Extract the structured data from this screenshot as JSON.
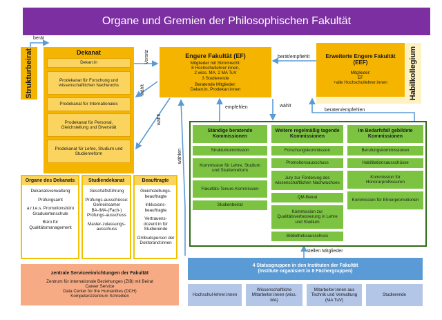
{
  "title": "Organe und Gremien der Philosophischen Fakultät",
  "strukturbeirat": "Strukturbeirat",
  "habilkollegium": "Habilkollegium",
  "dekanat": {
    "title": "Dekanat",
    "items": [
      "Dekan:in",
      "Prodekanat für Forschung und wissenschaftlichen Nachwuchs",
      "Prodekanat für Internationales",
      "Prodekanat für Personal, Gleichstellung und Diversität",
      "Prodekanat für Lehre, Studium und Studienreform"
    ]
  },
  "engere_fakultaet": {
    "title": "Engere Fakultät (EF)",
    "members_label": "Mitglieder mit Stimmrecht:",
    "members": [
      "8 Hochschullehrer:innen,",
      "2 wiss. MA, 2 MA TuV",
      "3 Studierende"
    ],
    "advisory_label": "Beratende Mitglieder:",
    "advisory": "Dekan:in, Prodekan:innen"
  },
  "erweiterte_fakultaet": {
    "title": "Erweiterte Engere Fakultät (EEF)",
    "members_label": "Mitglieder:",
    "members": [
      "EF",
      "+alle Hochschullehrer:innen"
    ]
  },
  "kommissionen": {
    "columns": [
      {
        "header": "Ständige beratende Kommissionen",
        "items": [
          "Strukturkommission",
          "Kommission für Lehre, Studium und Studienreform",
          "Fakultäts-Tenure-Kommission",
          "Studienbeirat"
        ]
      },
      {
        "header": "Weitere regelmäßig tagende Kommissionen",
        "items": [
          "Forschungskommission",
          "Promotionsausschuss",
          "Jury zur Förderung des wissenschaftlichen Nachwuchses",
          "QM-Beirat",
          "Kommission zur Qualitätsverbesserung in Lehre und Studium",
          "Bibliotheksausschuss"
        ]
      },
      {
        "header": "Im Bedarfsfall gebildete Kommissionen",
        "items": [
          "Berufungskommissionen",
          "Habilitationsausschüsse",
          "Kommission für Honorarprofessuren",
          "Kommission für Ehrenpromotionen"
        ]
      }
    ]
  },
  "organe_dekanat": {
    "title": "Organe des Dekanats",
    "items": [
      "Dekanatsverwaltung",
      "Prüfungsamt",
      "a.r.t.e.s. Promotionsbüro Graduiertenschule",
      "Büro für Qualitätsmanagement"
    ]
  },
  "studiendekanat": {
    "title": "Studiendekanat",
    "items": [
      "Geschäftsführung",
      "Prüfungs-ausschüsse: Gemeinsamer BA-/MA-(Fach-) Prüfungs-ausschuss",
      "Master-zulassungs-ausschuss"
    ]
  },
  "beauftragte": {
    "title": "Beauftragte",
    "items": [
      "Gleichstellungs-beauftragte",
      "Inklusions-beauftragte",
      "Vertrauens-dozent:in für Studierende",
      "Ombudsperson der Doktorand:innen"
    ]
  },
  "zentral": {
    "title": "zentrale Serviceeinrichtungen der Fakultät",
    "items": [
      "Zentrum für internationale Beziehungen (ZIB) mit Beirat",
      "Career Service",
      "Data Center for the Humanities (DCH)",
      "Kompetenzzentrum Schreiben"
    ]
  },
  "statusgruppen": {
    "title_line1": "4 Statusgruppen in den Instituten der Fakultät",
    "title_line2": "(Institute organisiert in 8 Fächergruppen)",
    "groups": [
      "Hochschul-lehrer:innen",
      "Wissenschaftliche Mitarbeiter:innen (wiss. MA)",
      "Mitarbeiter:innen aus Technik und Verwaltung (MA TuV)",
      "Studierende"
    ]
  },
  "edge_labels": {
    "beraet_top": "berät",
    "vorsitz": "Vorsitz",
    "waehlt_1": "wählt",
    "waehlt_2": "wählt",
    "waehlen": "wählen",
    "beraet_empfiehlt": "berät/empfiehlt",
    "empfehlen": "empfehlen",
    "waehlt_3": "wählt",
    "beraten_empfehlen": "beraten/empfehlen",
    "stellen_mitglieder": "stellen Mitglieder"
  },
  "colors": {
    "title_bg": "#7b2fa0",
    "gold": "#f5b400",
    "light_gold": "#fbd45f",
    "cream": "#fff2c2",
    "green": "#7cc342",
    "green_frame": "#2f6b14",
    "blue": "#5b9bd5",
    "light_blue": "#b4c6e7",
    "salmon": "#f7ab84"
  }
}
